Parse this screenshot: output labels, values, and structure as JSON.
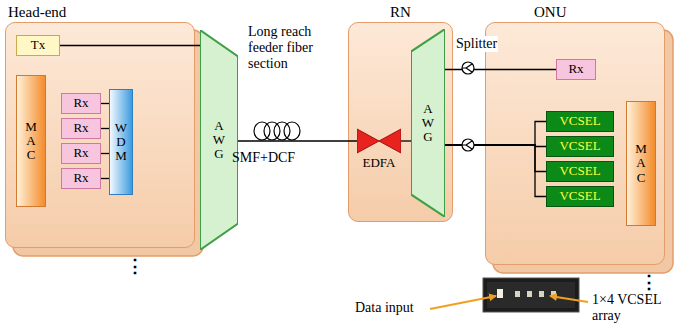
{
  "diagram": {
    "nodes": [
      {
        "text": [
          "Head-end"
        ]
      },
      {
        "text": [
          "Tx"
        ],
        "in": 0
      },
      {
        "text": [
          "MAC"
        ],
        "in": 0
      },
      {
        "text": [
          "Rx"
        ],
        "in": 0
      },
      {
        "text": [
          "Rx"
        ],
        "in": 0
      },
      {
        "text": [
          "Rx"
        ],
        "in": 0
      },
      {
        "text": [
          "Rx"
        ],
        "in": 0
      },
      {
        "text": [
          "WDM"
        ],
        "in": 0
      },
      {
        "text": [
          "AWG"
        ]
      },
      {
        "text": [
          "RN"
        ]
      },
      {
        "text": [
          "EDFA"
        ],
        "in": 9
      },
      {
        "text": [
          "AWG"
        ],
        "in": 9
      },
      {
        "text": [
          "ONU"
        ]
      },
      {
        "text": [
          "Rx"
        ],
        "in": 12
      },
      {
        "text": [
          "VCSEL"
        ],
        "in": 12
      },
      {
        "text": [
          "VCSEL"
        ],
        "in": 12
      },
      {
        "text": [
          "VCSEL"
        ],
        "in": 12
      },
      {
        "text": [
          "VCSEL"
        ],
        "in": 12
      },
      {
        "text": [
          "MAC"
        ],
        "in": 12
      }
    ],
    "edges": [
      {
        "from": 1,
        "to": 8,
        "arrow": "none"
      },
      {
        "from": 3,
        "to": 7,
        "arrow": "none"
      },
      {
        "from": 4,
        "to": 7,
        "arrow": "none"
      },
      {
        "from": 5,
        "to": 7,
        "arrow": "none"
      },
      {
        "from": 6,
        "to": 7,
        "arrow": "none"
      },
      {
        "from": 8,
        "to": 10,
        "arrow": "none"
      },
      {
        "from": 10,
        "to": 11,
        "arrow": "none"
      },
      {
        "from": 11,
        "to": 13,
        "arrow": "none"
      },
      {
        "from": 11,
        "to": 14,
        "arrow": "none"
      },
      {
        "from": 11,
        "to": 15,
        "arrow": "none"
      },
      {
        "from": 11,
        "to": 16,
        "arrow": "none"
      },
      {
        "from": 11,
        "to": 17,
        "arrow": "none"
      }
    ],
    "labels": [
      "Long reach feeder fiber section",
      "SMF+DCF",
      "Splitter",
      "Data input",
      "1×4 VCSEL array",
      "⋮",
      "⋮"
    ]
  }
}
